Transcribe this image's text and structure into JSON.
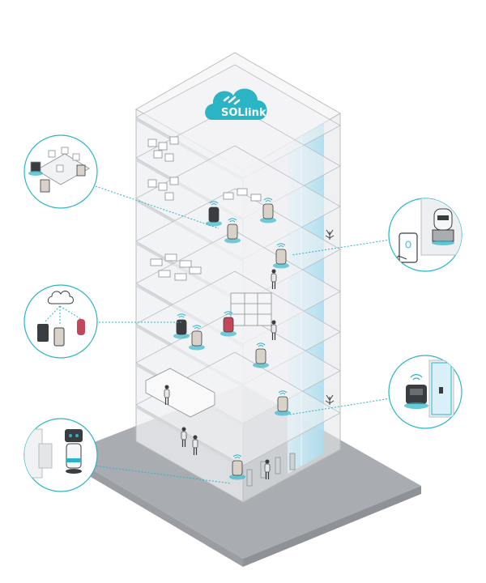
{
  "logo": {
    "text": "SOLlink"
  },
  "colors": {
    "accent": "#2ab4c6",
    "accent_light": "#bfe6f3",
    "building_line": "#b9bec2",
    "ground": "#a9adb1",
    "floor": "#f2f3f4",
    "robot_dark": "#3a3d40",
    "robot_red": "#c0485a"
  },
  "callouts": [
    {
      "id": "meeting-room"
    },
    {
      "id": "cloud-network"
    },
    {
      "id": "reception"
    },
    {
      "id": "phone-elevator"
    },
    {
      "id": "elevator-delivery"
    }
  ]
}
